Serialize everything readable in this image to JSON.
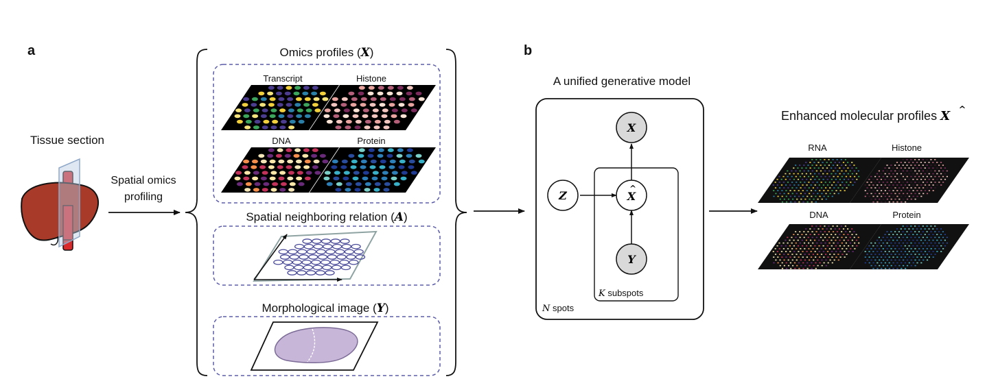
{
  "panel_a": {
    "letter": "a",
    "tissue_label": "Tissue section",
    "profiling_label_1": "Spatial omics",
    "profiling_label_2": "profiling",
    "omics_title": "Omics profiles",
    "omics_symbol": "X",
    "omics_panels": [
      "Transcript",
      "Histone",
      "DNA",
      "Protein"
    ],
    "neighbor_title": "Spatial neighboring relation",
    "neighbor_symbol": "A",
    "morph_title": "Morphological image",
    "morph_symbol": "Y"
  },
  "panel_b": {
    "letter": "b",
    "model_title": "A unified generative model",
    "node_x": "X",
    "node_xhat": "X",
    "node_z": "Z",
    "node_y": "Y",
    "plate_inner_symbol": "K",
    "plate_inner_text": "subspots",
    "plate_outer_symbol": "N",
    "plate_outer_text": "spots",
    "output_title": "Enhanced molecular profiles",
    "output_symbol": "X",
    "output_panels": [
      "RNA",
      "Histone",
      "DNA",
      "Protein"
    ]
  },
  "colors": {
    "dashed_border": "#5b5ba8",
    "node_fill": "#d9d9d9",
    "liver": "#a83a2a",
    "vessel": "#d9292b",
    "morph_fill": "#c8b6d9",
    "network": "#4b4b9b"
  }
}
